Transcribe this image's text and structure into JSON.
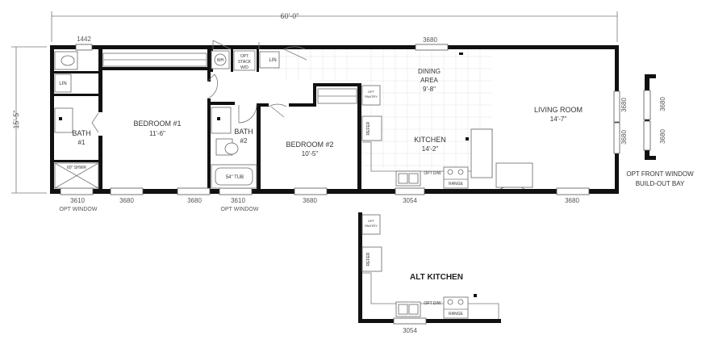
{
  "overall": {
    "length": "60'-0\"",
    "depth": "15'-5\""
  },
  "rooms": {
    "bedroom1": {
      "name": "BEDROOM #1",
      "size": "11'-6\""
    },
    "bedroom2": {
      "name": "BEDROOM #2",
      "size": "10'-5\""
    },
    "bath1": {
      "name": "BATH",
      "num": "#1"
    },
    "bath2": {
      "name": "BATH",
      "num": "#2"
    },
    "dining": {
      "name1": "DINING",
      "name2": "AREA",
      "size": "9'-8\""
    },
    "kitchen": {
      "name": "KITCHEN",
      "size": "14'-2\""
    },
    "living": {
      "name": "LIVING ROOM",
      "size": "14'-7\""
    }
  },
  "fixtures": {
    "lin": "LIN",
    "wh": "WH",
    "stack1": "OPT",
    "stack2": "STACK",
    "stack3": "W/D",
    "shower": "60\" SHWR",
    "tub": "54\" TUB",
    "refer": "REFER",
    "optdw": "OPT D/W",
    "range": "RANGE",
    "pantry1": "OPT",
    "pantry2": "PANTRY"
  },
  "windows": {
    "top_left": "1442",
    "top_mid": "3680",
    "bottom": [
      "3610",
      "3680",
      "3680",
      "3610",
      "3680",
      "3054",
      "3680"
    ],
    "opt_window": "OPT WINDOW",
    "right": [
      "3680",
      "3680"
    ],
    "bay": [
      "3680",
      "3680"
    ],
    "alt_bottom": "3054"
  },
  "bay": {
    "line1": "OPT FRONT WINDOW",
    "line2": "BUILD-OUT BAY"
  },
  "alt_kitchen": {
    "title": "ALT KITCHEN"
  }
}
